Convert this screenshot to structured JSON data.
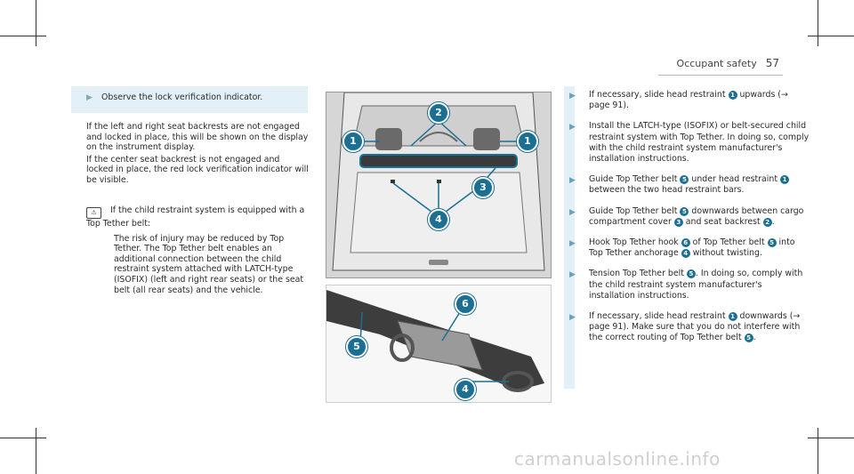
{
  "header": {
    "section": "Occupant safety",
    "page": "57"
  },
  "col1": {
    "observe": "Observe the lock verification indicator.",
    "para1": "If the left and right seat backrests are not engaged and locked in place, this will be shown on the display on the instrument display.",
    "para2": "If the center seat backrest is not engaged and locked in place, the red lock verification indicator will be visible.",
    "child_icon_glyph": "⚠",
    "note1": "If the child restraint system is equipped with a Top Tether belt:",
    "note2": "The risk of injury may be reduced by Top Tether. The Top Tether belt enables an additional connection between the child restraint system attached with LATCH-type (ISOFIX) (left and right rear seats) or the seat belt (all rear seats) and the vehicle."
  },
  "figure1": {
    "badges": [
      "1",
      "2",
      "1",
      "3",
      "4"
    ]
  },
  "figure2": {
    "badges": [
      "6",
      "5",
      "4"
    ]
  },
  "steps": [
    {
      "pre": "If necessary, slide head restraint ",
      "n": "1",
      "post": " upwards (→ page 91)."
    },
    {
      "pre": "Install the LATCH-type (ISOFIX) or belt-secured child restraint system with Top Tether. In doing so, comply with the child restraint system manufacturer's installation instructions.",
      "n": "",
      "post": ""
    },
    {
      "pre": "Guide Top Tether belt ",
      "n": "5",
      "post": " under head restraint ",
      "n2": "1",
      "post2": " between the two head restraint bars."
    },
    {
      "pre": "Guide Top Tether belt ",
      "n": "5",
      "post": " downwards between cargo compartment cover ",
      "n2": "3",
      "post2": " and seat backrest ",
      "n3": "2",
      "post3": "."
    },
    {
      "pre": "Hook Top Tether hook ",
      "n": "6",
      "post": " of Top Tether belt ",
      "n2": "5",
      "post2": " into Top Tether anchorage ",
      "n3": "4",
      "post3": " without twisting."
    },
    {
      "pre": "Tension Top Tether belt ",
      "n": "5",
      "post": ". In doing so, comply with the child restraint system manufacturer's installation instructions."
    },
    {
      "pre": "If necessary, slide head restraint ",
      "n": "1",
      "post": " downwards (→ page 91). Make sure that you do not interfere with the correct routing of Top Tether belt ",
      "n2": "5",
      "post2": "."
    }
  ],
  "watermark": "carmanualsonline.info"
}
